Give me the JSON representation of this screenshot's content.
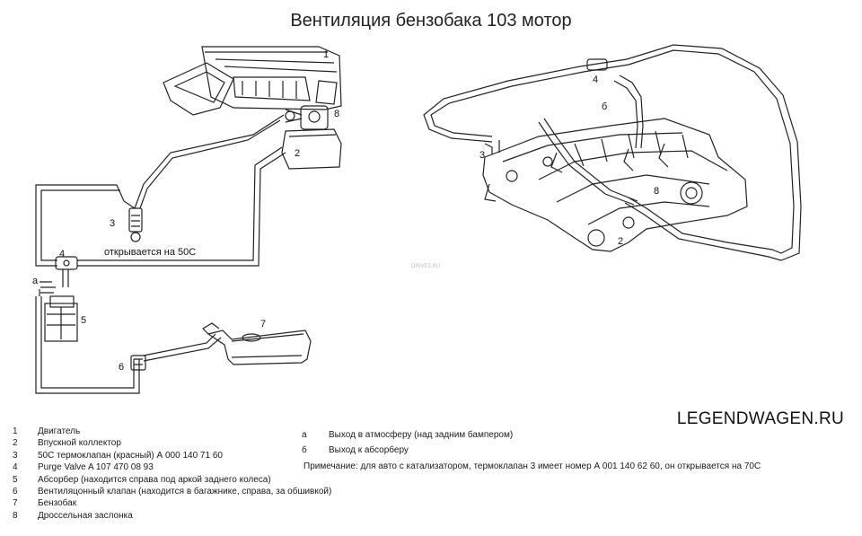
{
  "title": "Вентиляция бензобака 103 мотор",
  "brand": "LEGENDWAGEN.RU",
  "watermark": "DRIVE2.RU",
  "diagram_left": {
    "callouts": [
      "1",
      "2",
      "3",
      "4",
      "5",
      "6",
      "7",
      "8",
      "a"
    ],
    "thermo_caption": "открывается на 50С"
  },
  "diagram_right": {
    "callouts": [
      "3",
      "4",
      "б",
      "8",
      "2"
    ]
  },
  "legend": [
    {
      "num": "1",
      "text": "Двигатель"
    },
    {
      "num": "2",
      "text": "Впускной коллектор"
    },
    {
      "num": "3",
      "text": "50С термоклапан (красный) А 000 140 71 60"
    },
    {
      "num": "4",
      "text": "Purge Valve  A 107 470 08 93"
    },
    {
      "num": "5",
      "text": "Абсорбер (находится справа под аркой заднего колеса)"
    },
    {
      "num": "6",
      "text": "Вентиляцонный клапан (находится в багажнике, справа, за обшивкой)"
    },
    {
      "num": "7",
      "text": "Бензобак"
    },
    {
      "num": "8",
      "text": "Дроссельная заслонка"
    }
  ],
  "legend_right": [
    {
      "num": "а",
      "text": "Выход в атмосферу (над задним бампером)"
    },
    {
      "num": "б",
      "text": "Выход к  абсорберу"
    }
  ],
  "note": "Примечание: для авто с катализатором, термоклапан 3 имеет номер А 001 140 62 60, он открывается на 70С"
}
